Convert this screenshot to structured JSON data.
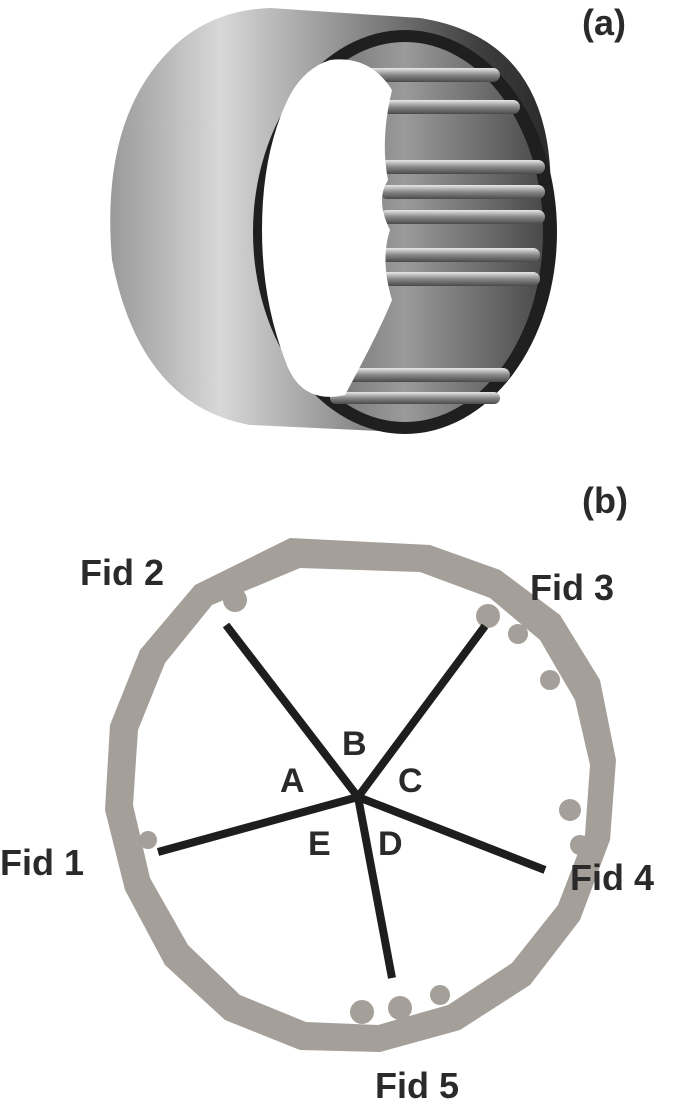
{
  "panels": {
    "a": {
      "label": "(a)"
    },
    "b": {
      "label": "(b)"
    }
  },
  "fiducials": [
    "Fid 1",
    "Fid 2",
    "Fid 3",
    "Fid 4",
    "Fid 5"
  ],
  "segments": [
    "A",
    "B",
    "C",
    "D",
    "E"
  ],
  "colors": {
    "ring_outer": "#1f1f1f",
    "cylinder_dark": "#3a3a3a",
    "cylinder_light": "#bcbcbc",
    "section_ring": "#a49f99",
    "lines": "#1e1e1e",
    "text": "#2a2a2a"
  }
}
